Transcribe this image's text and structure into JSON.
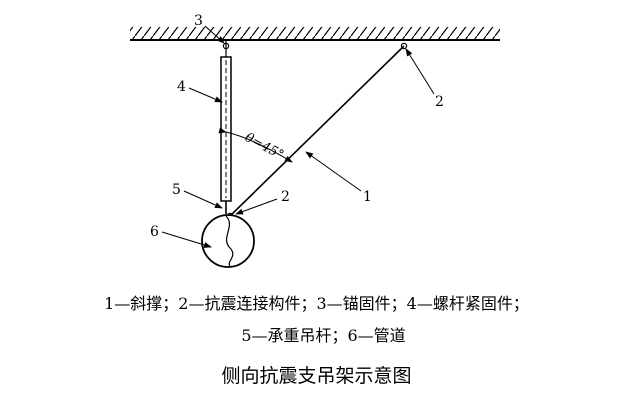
{
  "diagram": {
    "angle_label": "θ=45°",
    "callouts": {
      "brace": "1",
      "connector_top": "2",
      "connector_bottom": "2",
      "anchor": "3",
      "rod_fastener": "4",
      "hanger_rod": "5",
      "pipe": "6"
    }
  },
  "legend": {
    "line1": "1—斜撑；2—抗震连接构件；3—锚固件；4—螺杆紧固件；",
    "line2": "5—承重吊杆；6—管道"
  },
  "caption": "侧向抗震支吊架示意图"
}
